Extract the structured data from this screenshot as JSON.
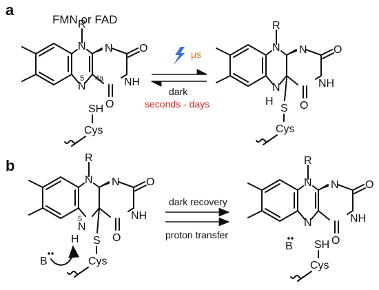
{
  "panel_a": {
    "label": "a",
    "cofactor_title": "FMN or FAD",
    "light_time": "μs",
    "dark_label": "dark",
    "dark_time": "seconds - days",
    "light_color": "#e07b1a",
    "time_color": "#e02020",
    "bolt_color": "#3a6fd8"
  },
  "panel_b": {
    "label": "b",
    "arrow_top": "dark recovery",
    "arrow_bottom": "proton transfer",
    "base": "B"
  },
  "atoms": {
    "R": "R",
    "N": "N",
    "NH": "NH",
    "H": "H",
    "O": "O",
    "S": "S",
    "SH": "SH",
    "Cys": "Cys",
    "n5": "5",
    "c4a": "4a"
  }
}
